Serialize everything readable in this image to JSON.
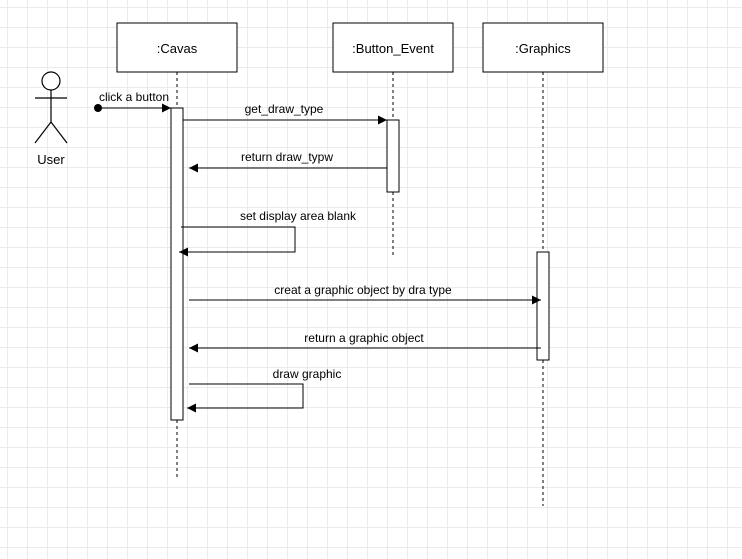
{
  "diagram": {
    "actor": {
      "label": "User"
    },
    "lifelines": [
      {
        "id": "canvas",
        "label": ":Cavas"
      },
      {
        "id": "button_event",
        "label": ":Button_Event"
      },
      {
        "id": "graphics",
        "label": ":Graphics"
      }
    ],
    "messages": [
      {
        "label": "click a button"
      },
      {
        "label": "get_draw_type"
      },
      {
        "label": "return draw_typw"
      },
      {
        "label": "set display area blank"
      },
      {
        "label": "creat a graphic object by dra type"
      },
      {
        "label": "return a graphic object"
      },
      {
        "label": "draw graphic"
      }
    ]
  }
}
